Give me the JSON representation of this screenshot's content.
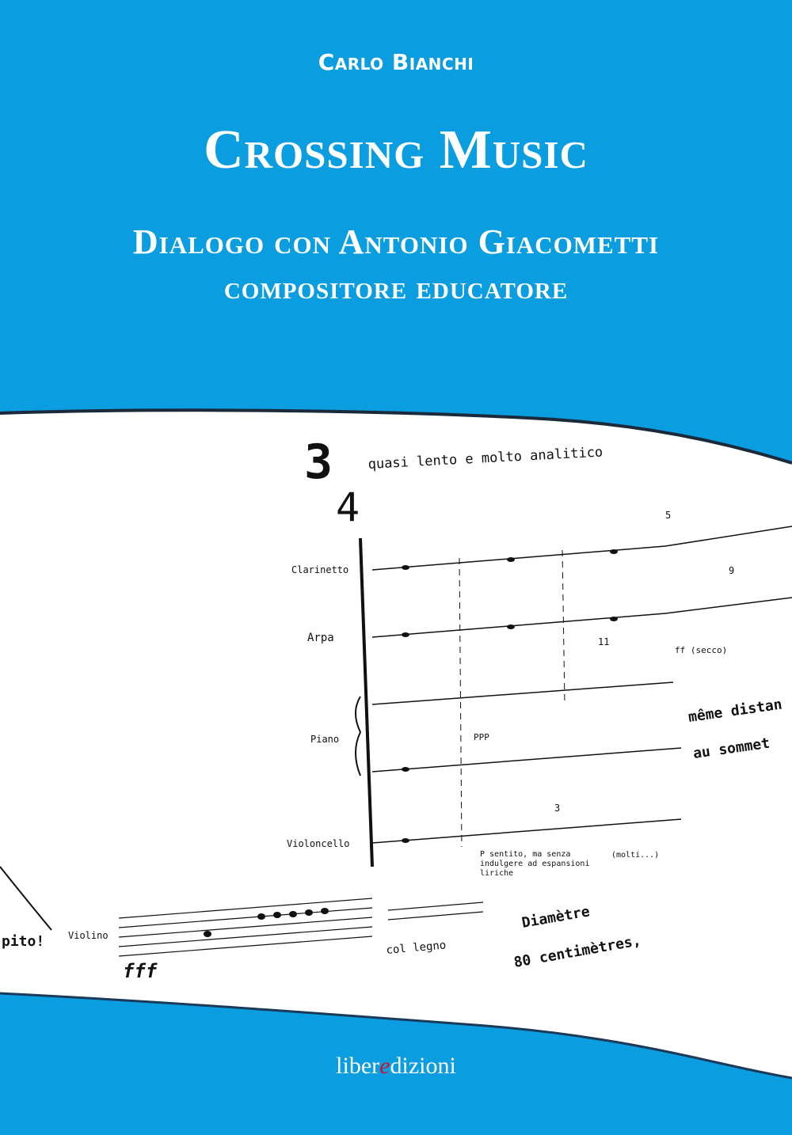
{
  "cover": {
    "author": "Carlo Bianchi",
    "title": "Crossing Music",
    "subtitle_line1": "Dialogo con Antonio Giacometti",
    "subtitle_line2": "compositore educatore",
    "colors": {
      "background": "#0a9de0",
      "band": "#ffffff",
      "publisher_accent": "#d0112b"
    }
  },
  "score": {
    "time_signature_top": "3",
    "time_signature_bottom": "4",
    "tempo": "quasi lento e molto analitico",
    "instruments": [
      "Clarinetto",
      "Arpa",
      "Piano",
      "Violoncello"
    ],
    "dynamic_ppp": "PPP",
    "tuplet_5": "5",
    "tuplet_9": "9",
    "tuplet_11": "11",
    "tuplet_3": "3",
    "secco": "ff (secco)",
    "expression": "P sentito, ma senza indulgere ad espansioni liriche",
    "molto": "(molti...)",
    "text_a1": "même distan",
    "text_a2": "au sommet",
    "text_b1": "Diamètre",
    "text_b2": "80 centimètres,",
    "violino_label": "Violino",
    "cue": "pito!",
    "fff": "fff",
    "col_legno": "col legno"
  },
  "publisher": {
    "part1": "liber",
    "part2": "e",
    "part3": "dizioni"
  }
}
